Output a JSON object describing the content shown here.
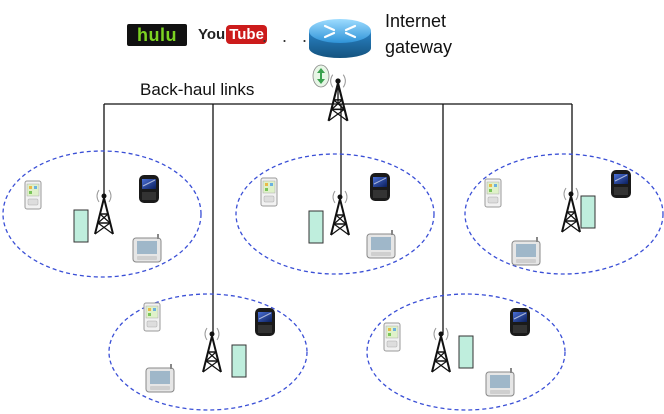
{
  "labels": {
    "gateway_line1": "Internet",
    "gateway_line2": "gateway",
    "backhaul": "Back-haul links"
  },
  "logos": {
    "hulu": "hulu",
    "youtube_you": "You",
    "youtube_tube": "Tube",
    "ellipsis": ". . ."
  },
  "colors": {
    "cell_boundary": "#3a4fd6",
    "router_body": "#3aa9e6",
    "tower": "#111111",
    "link": "#111111",
    "hulu_green": "#7cd321",
    "youtube_red": "#cc1b1b",
    "handset_green": "#bfeedd"
  },
  "icons": [
    "router-icon",
    "cell-tower-icon",
    "pda-icon",
    "blackberry-icon",
    "tablet-icon",
    "handset-icon"
  ]
}
